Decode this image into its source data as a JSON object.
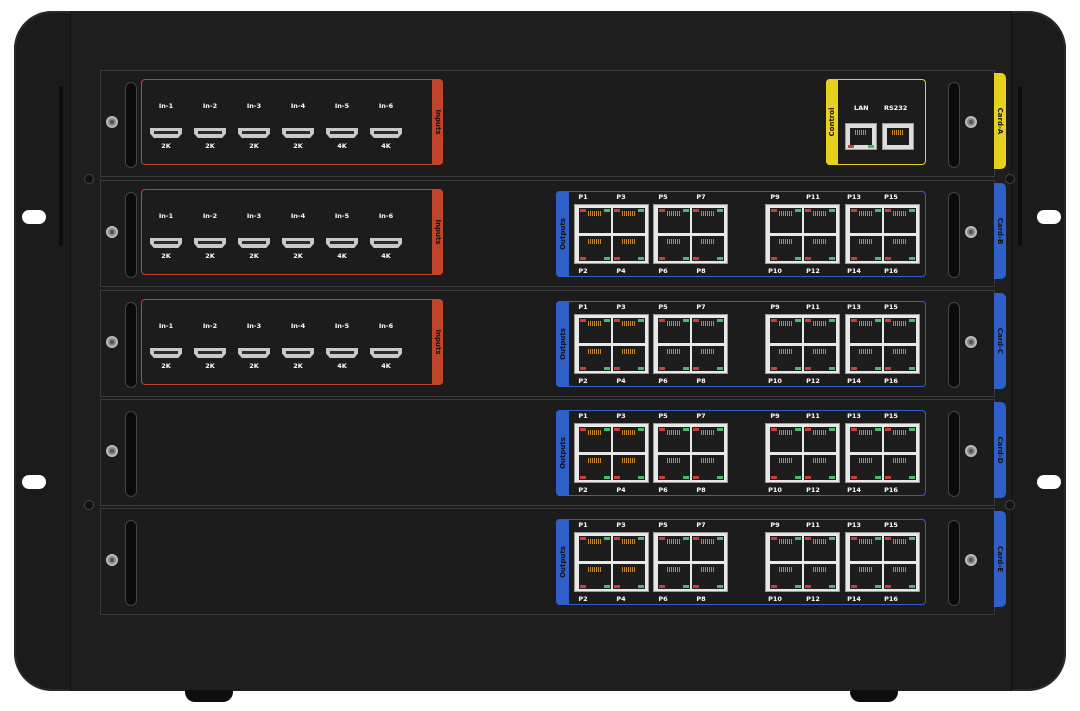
{
  "cards": [
    {
      "tab": "Card-A",
      "tab_color": "#e6d21e",
      "has_inputs": true,
      "has_control": true,
      "has_outputs": false
    },
    {
      "tab": "Card-B",
      "tab_color": "#2f5fc8",
      "has_inputs": true,
      "has_control": false,
      "has_outputs": true
    },
    {
      "tab": "Card-C",
      "tab_color": "#2f5fc8",
      "has_inputs": true,
      "has_control": false,
      "has_outputs": true
    },
    {
      "tab": "Card-D",
      "tab_color": "#2f5fc8",
      "has_inputs": false,
      "has_control": false,
      "has_outputs": true
    },
    {
      "tab": "Card-E",
      "tab_color": "#2f5fc8",
      "has_inputs": false,
      "has_control": false,
      "has_outputs": true
    }
  ],
  "inputs_module": {
    "label": "Inputs",
    "color": "#c0442a",
    "ports": [
      {
        "name": "In-1",
        "res": "2K"
      },
      {
        "name": "In-2",
        "res": "2K"
      },
      {
        "name": "In-3",
        "res": "2K"
      },
      {
        "name": "In-4",
        "res": "2K"
      },
      {
        "name": "In-5",
        "res": "4K"
      },
      {
        "name": "In-6",
        "res": "4K"
      }
    ]
  },
  "control_module": {
    "label": "Control",
    "color": "#e6d21e",
    "ports": [
      "LAN",
      "RS232"
    ]
  },
  "outputs_module": {
    "label": "Outputs",
    "color": "#2f5fc8",
    "top_labels": [
      "P1",
      "P3",
      "P5",
      "P7",
      "P9",
      "P11",
      "P13",
      "P15"
    ],
    "bottom_labels": [
      "P2",
      "P4",
      "P6",
      "P8",
      "P10",
      "P12",
      "P14",
      "P16"
    ]
  }
}
